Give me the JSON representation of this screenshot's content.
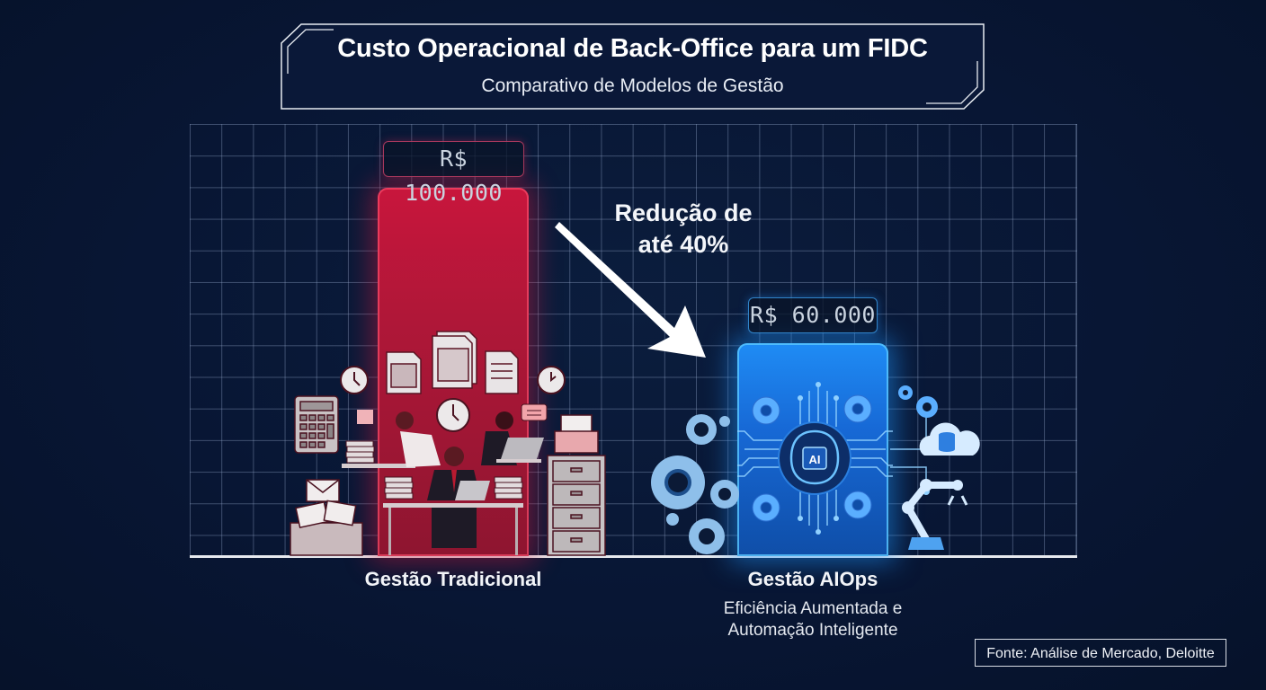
{
  "header": {
    "title": "Custo Operacional de Back-Office para um FIDC",
    "subtitle": "Comparativo de Modelos de Gestão"
  },
  "annotation": {
    "reduction_line1": "Redução de",
    "reduction_line2": "até 40%"
  },
  "bars": [
    {
      "name": "Gestão Tradicional",
      "value_label": "R$ 100.000",
      "value": 100000,
      "color": "#c8163c",
      "illustration": [
        "calculator-icon",
        "envelope-inbox-icon",
        "document-icons",
        "clock-icons",
        "office-workers",
        "laptop-icons",
        "filing-cabinet-icon",
        "paper-stack-icons",
        "chat-bubble-icons"
      ]
    },
    {
      "name": "Gestão AIOps",
      "subtitle_line1": "Eficiência Aumentada e",
      "subtitle_line2": "Automação Inteligente",
      "value_label": "R$ 60.000",
      "value": 60000,
      "color": "#1f8cf5",
      "chip_label": "AI",
      "illustration": [
        "ai-brain-chip-icon",
        "circuit-lines",
        "gear-icons",
        "cloud-database-icon",
        "robot-arm-icon"
      ]
    }
  ],
  "footer": {
    "source": "Fonte: Análise de Mercado, Deloitte"
  },
  "chart_data": {
    "type": "bar",
    "title": "Custo Operacional de Back-Office para um FIDC",
    "subtitle": "Comparativo de Modelos de Gestão",
    "categories": [
      "Gestão Tradicional",
      "Gestão AIOps"
    ],
    "values": [
      100000,
      60000
    ],
    "value_labels": [
      "R$ 100.000",
      "R$ 60.000"
    ],
    "category_subtitles": [
      "",
      "Eficiência Aumentada e Automação Inteligente"
    ],
    "colors": [
      "#c8163c",
      "#1f8cf5"
    ],
    "annotations": [
      "Redução de até 40%"
    ],
    "xlabel": "",
    "ylabel": "",
    "ylim": [
      0,
      100000
    ],
    "grid": true,
    "legend": null,
    "source": "Fonte: Análise de Mercado, Deloitte"
  }
}
